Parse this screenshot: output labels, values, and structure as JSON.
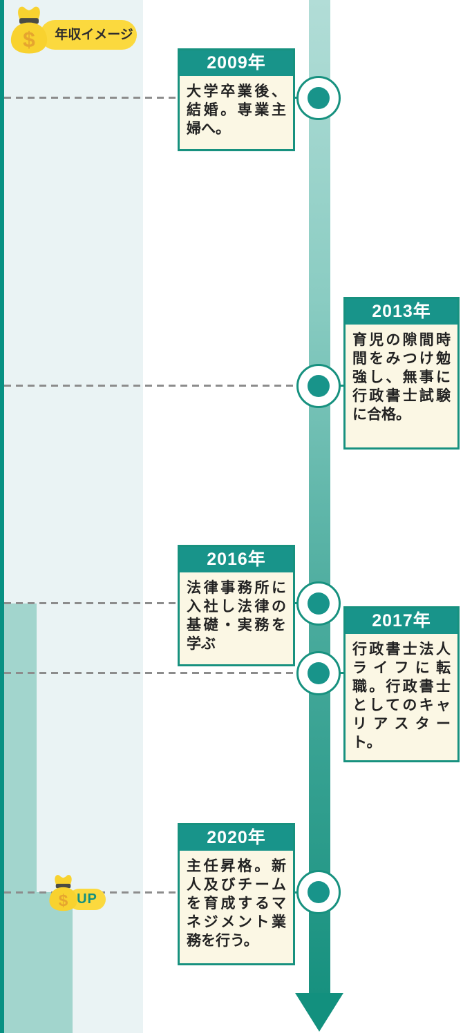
{
  "colors": {
    "accent_teal": "#18948a",
    "axis_stripe": "#089183",
    "timeline_gradient_top": "#b2ddd7",
    "timeline_gradient_bottom": "#12907e",
    "salary_bar_base": "#eaf3f4",
    "salary_bar_step": "#a2d5cd",
    "card_body_bg": "#fbf7e4",
    "card_border": "#17917f",
    "dashed_line": "#8c8c8c",
    "badge_yellow": "#fbd93e",
    "bag_yellow": "#f8d22f",
    "bag_band": "#4b4b43",
    "dollar_orange": "#e6a52f",
    "up_text": "#13907f"
  },
  "salary_legend": {
    "label": "年収イメージ",
    "icon": "money-bag-icon",
    "dollar": "$"
  },
  "salary_up_badge": {
    "label": "UP",
    "icon": "money-bag-icon",
    "dollar": "$"
  },
  "salary_bars": {
    "description": "stepped vertical bars along left edge suggesting salary level rising over time",
    "steps": [
      {
        "starts_at_year": "2016年",
        "level": 1
      },
      {
        "starts_at_year": "2020年",
        "level": 2
      }
    ]
  },
  "timeline": {
    "direction": "top-to-bottom",
    "events": [
      {
        "year": "2009年",
        "description": "大学卒業後、結婚。専業主婦へ。",
        "card_side": "left"
      },
      {
        "year": "2013年",
        "description": "育児の隙間時間をみつけ勉強し、無事に行政書士試験に合格。",
        "card_side": "right"
      },
      {
        "year": "2016年",
        "description": "法律事務所に入社し法律の基礎・実務を学ぶ",
        "card_side": "left"
      },
      {
        "year": "2017年",
        "description": "行政書士法人ライフに転職。行政書士としてのキャリアスタート。",
        "card_side": "right"
      },
      {
        "year": "2020年",
        "description": "主任昇格。新人及びチームを育成するマネジメント業務を行う。",
        "card_side": "left",
        "salary_up": true
      }
    ]
  }
}
